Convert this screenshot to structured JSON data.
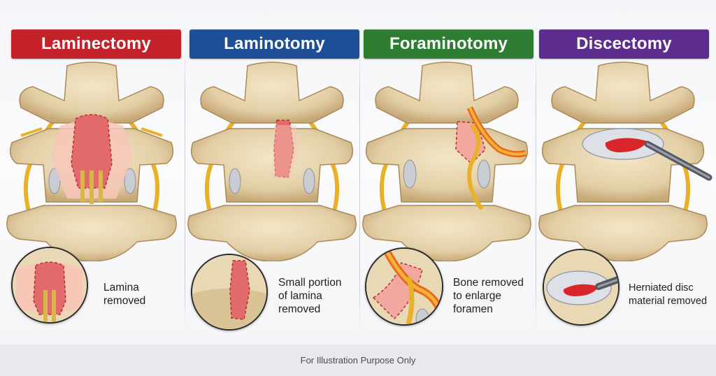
{
  "colors": {
    "laminectomy": "#c4222a",
    "laminotomy": "#1d4e96",
    "foraminotomy": "#2e7d32",
    "discectomy": "#5c2d8c",
    "bone": "#e8d6b0",
    "bone_shadow": "#b99b68",
    "nerve": "#e8b128",
    "surgical_area": "#e26a6a",
    "footer_bg": "#e8e9ee"
  },
  "panels": [
    {
      "id": "laminectomy",
      "title": "Laminectomy",
      "caption": "Lamina\nremoved",
      "icon": "spine-laminectomy-illustration"
    },
    {
      "id": "laminotomy",
      "title": "Laminotomy",
      "caption": "Small portion\nof lamina\nremoved",
      "icon": "spine-laminotomy-illustration"
    },
    {
      "id": "foraminotomy",
      "title": "Foraminotomy",
      "caption": "Bone removed\nto enlarge\nforamen",
      "icon": "spine-foraminotomy-illustration"
    },
    {
      "id": "discectomy",
      "title": "Discectomy",
      "caption": "Herniated disc\nmaterial removed",
      "icon": "spine-discectomy-illustration"
    }
  ],
  "footer": {
    "text": "For Illustration Purpose Only"
  }
}
